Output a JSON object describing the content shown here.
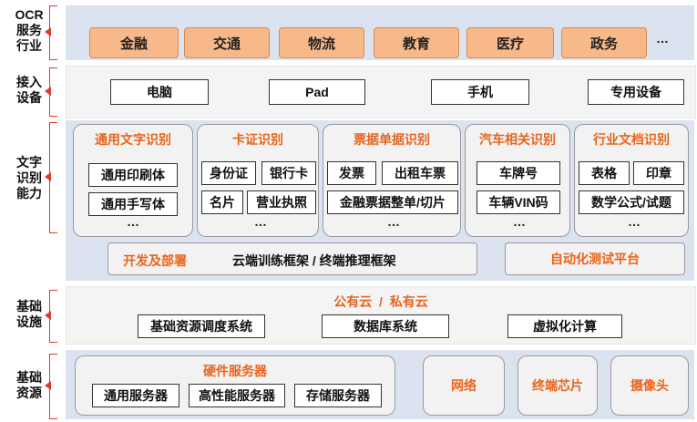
{
  "labels": {
    "ocr": "OCR\n服务\n行业",
    "access": "接入\n设备",
    "text": "文字\n识别\n能力",
    "infra": "基础\n设施",
    "res": "基础\n资源"
  },
  "industries": [
    "金融",
    "交通",
    "物流",
    "教育",
    "医疗",
    "政务"
  ],
  "ellipsis": "…",
  "devices": [
    "电脑",
    "Pad",
    "手机",
    "专用设备"
  ],
  "recognition": {
    "general": {
      "title": "通用文字识别",
      "items": [
        "通用印刷体",
        "通用手写体"
      ]
    },
    "card": {
      "title": "卡证识别",
      "items": [
        "身份证",
        "银行卡",
        "名片",
        "营业执照"
      ]
    },
    "bill": {
      "title": "票据单据识别",
      "items": [
        "发票",
        "出租车票",
        "金融票据整单/切片"
      ]
    },
    "car": {
      "title": "汽车相关识别",
      "items": [
        "车牌号",
        "车辆VIN码"
      ]
    },
    "doc": {
      "title": "行业文档识别",
      "items": [
        "表格",
        "印章",
        "数学公式/试题"
      ]
    }
  },
  "dev_deploy": {
    "label": "开发及部署",
    "text": "云端训练框架 / 终端推理框架"
  },
  "auto_test": "自动化测试平台",
  "cloud": "公有云  /  私有云",
  "infra_items": [
    "基础资源调度系统",
    "数据库系统",
    "虚拟化计算"
  ],
  "hardware": {
    "title": "硬件服务器",
    "items": [
      "通用服务器",
      "高性能服务器",
      "存储服务器"
    ]
  },
  "other_res": [
    "网络",
    "终端芯片",
    "摄像头"
  ],
  "colors": {
    "accent": "#e8641b",
    "bracket": "#e0392b",
    "layer_bg": "#dbe3f1",
    "industry_fill": "#f8b98a"
  }
}
